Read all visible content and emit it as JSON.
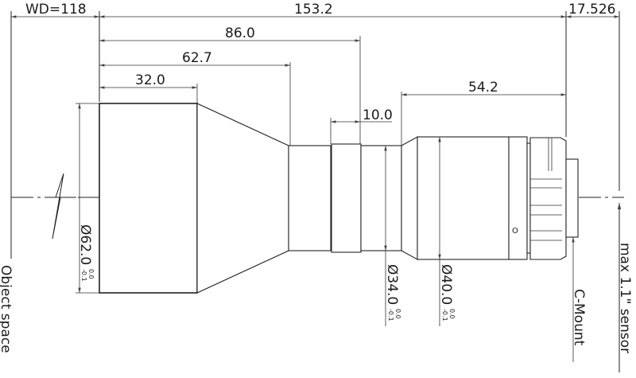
{
  "drawing": {
    "dimensions": {
      "working_distance": "WD=118",
      "total_length": "153.2",
      "flange_to_sensor": "17.526",
      "length_86": "86.0",
      "length_62_7": "62.7",
      "length_32": "32.0",
      "length_54_2": "54.2",
      "length_10": "10.0"
    },
    "diameters": [
      {
        "value": "Ø62.0",
        "tol_upper": "0.0",
        "tol_lower": "-0.1"
      },
      {
        "value": "Ø34.0",
        "tol_upper": "0.0",
        "tol_lower": "-0.1"
      },
      {
        "value": "Ø40.0",
        "tol_upper": "0.0",
        "tol_lower": "-0.1"
      }
    ],
    "labels": {
      "object_space": "Object space",
      "mount": "C-Mount",
      "sensor": "max 1.1\" sensor",
      "marker": "O"
    }
  }
}
